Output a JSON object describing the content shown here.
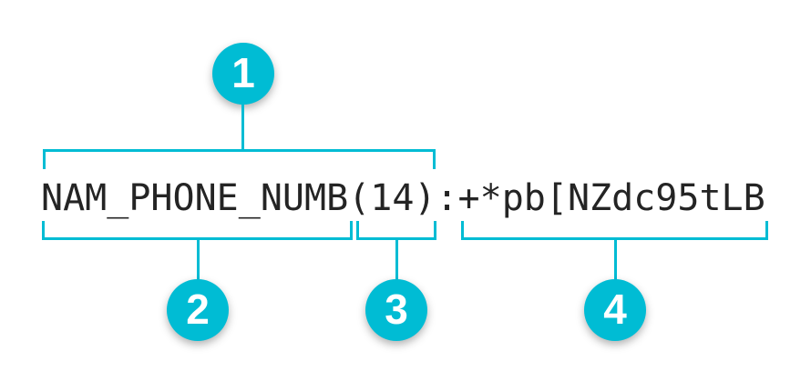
{
  "code": {
    "full_text": "NAM_PHONE_NUMB(14):+*pb[NZdc95tLB"
  },
  "callouts": [
    {
      "number": "1"
    },
    {
      "number": "2"
    },
    {
      "number": "3"
    },
    {
      "number": "4"
    }
  ],
  "colors": {
    "accent": "#00bcd4",
    "code_text": "#242424",
    "callout_number": "#ffffff",
    "background": "#ffffff"
  }
}
